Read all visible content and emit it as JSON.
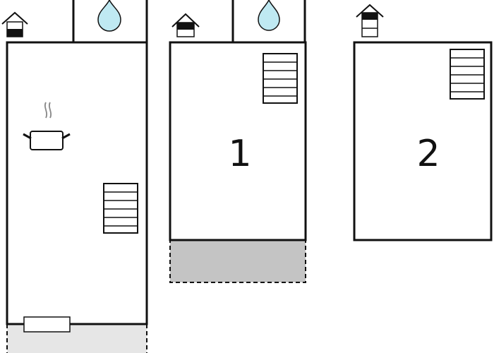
{
  "floors": [
    {
      "name": "ground-floor",
      "rooms": [
        "kitchen",
        "bathroom"
      ],
      "icons": [
        "floor-level-icon",
        "water-drop-icon",
        "cooking-pot-icon",
        "stairs-icon",
        "radiator-icon"
      ],
      "outdoor_area": "terrace"
    },
    {
      "name": "first-floor",
      "label": "1",
      "icons": [
        "floor-level-icon",
        "water-drop-icon",
        "stairs-icon"
      ],
      "outdoor_area": "balcony"
    },
    {
      "name": "second-floor",
      "label": "2",
      "icons": [
        "floor-level-icon",
        "stairs-icon"
      ]
    }
  ],
  "colors": {
    "wall": "#111111",
    "water": "#bfe9f2",
    "balcony": "#c4c4c4",
    "terrace": "#e6e6e6",
    "background": "#ffffff"
  }
}
